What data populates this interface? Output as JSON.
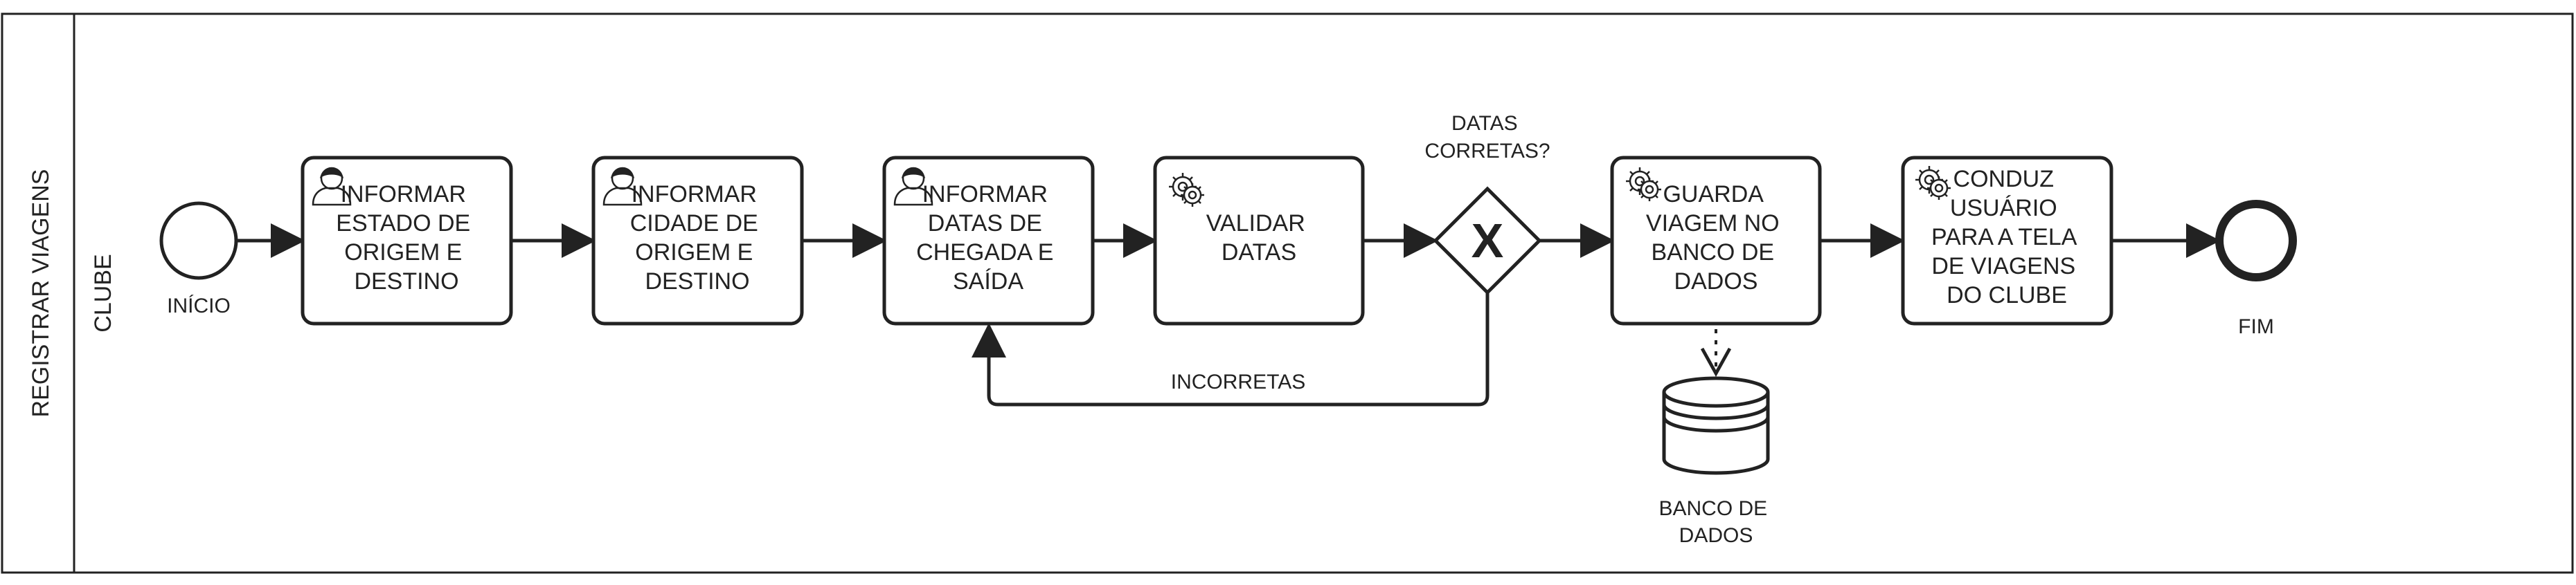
{
  "pool": {
    "label": "REGISTRAR VIAGENS"
  },
  "lane": {
    "label": "CLUBE"
  },
  "events": {
    "start": {
      "label": "INÍCIO"
    },
    "end": {
      "label": "FIM"
    }
  },
  "tasks": [
    {
      "type": "user-task",
      "icon": "user-icon",
      "lines": [
        "INFORMAR",
        "ESTADO DE",
        "ORIGEM E",
        "DESTINO"
      ]
    },
    {
      "type": "user-task",
      "icon": "user-icon",
      "lines": [
        "INFORMAR",
        "CIDADE DE",
        "ORIGEM E",
        "DESTINO"
      ]
    },
    {
      "type": "user-task",
      "icon": "user-icon",
      "lines": [
        "INFORMAR",
        "DATAS DE",
        "CHEGADA E",
        "SAÍDA"
      ]
    },
    {
      "type": "service-task",
      "icon": "gear-icon",
      "lines": [
        "VALIDAR",
        "DATAS"
      ]
    },
    {
      "type": "service-task",
      "icon": "gear-icon",
      "lines": [
        "GUARDA",
        "VIAGEM NO",
        "BANCO DE",
        "DADOS"
      ]
    },
    {
      "type": "service-task",
      "icon": "gear-icon",
      "lines": [
        "CONDUZ",
        "USUÁRIO",
        "PARA A TELA",
        "DE VIAGENS",
        "DO CLUBE"
      ]
    }
  ],
  "gateway": {
    "type": "exclusive",
    "marker": "X",
    "question_lines": [
      "DATAS",
      "CORRETAS?"
    ],
    "incorrect_label": "INCORRETAS"
  },
  "datastore": {
    "lines": [
      "BANCO DE",
      "DADOS"
    ]
  },
  "colors": {
    "stroke": "#222222",
    "background": "#ffffff"
  }
}
